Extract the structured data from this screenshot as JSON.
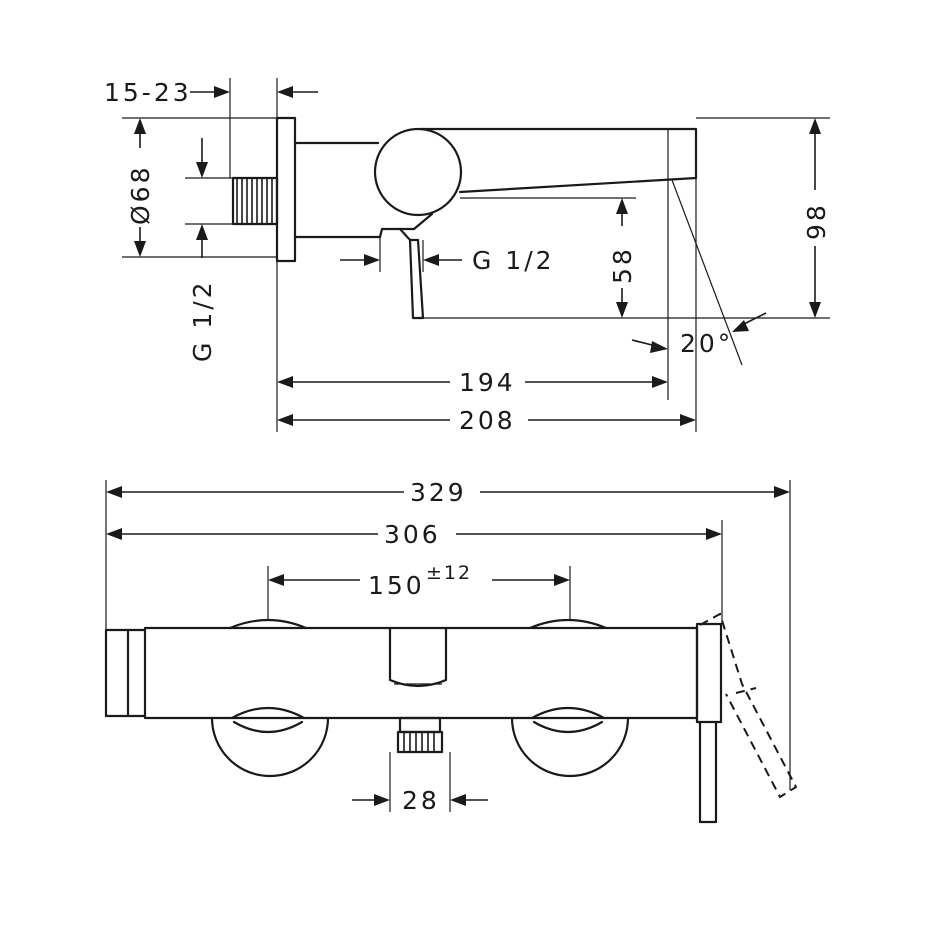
{
  "side_view": {
    "labels": {
      "wall_offset": "15-23",
      "diameter": "Ø68",
      "thread_vertical": "G 1/2",
      "thread_horizontal": "G 1/2",
      "spout_height": "58",
      "total_height": "98",
      "angle": "20°",
      "projection_1": "194",
      "projection_2": "208"
    }
  },
  "front_view": {
    "labels": {
      "overall_width": "329",
      "body_width": "306",
      "centers": "150",
      "centers_tolerance": "±12",
      "outlet_width": "28"
    }
  }
}
